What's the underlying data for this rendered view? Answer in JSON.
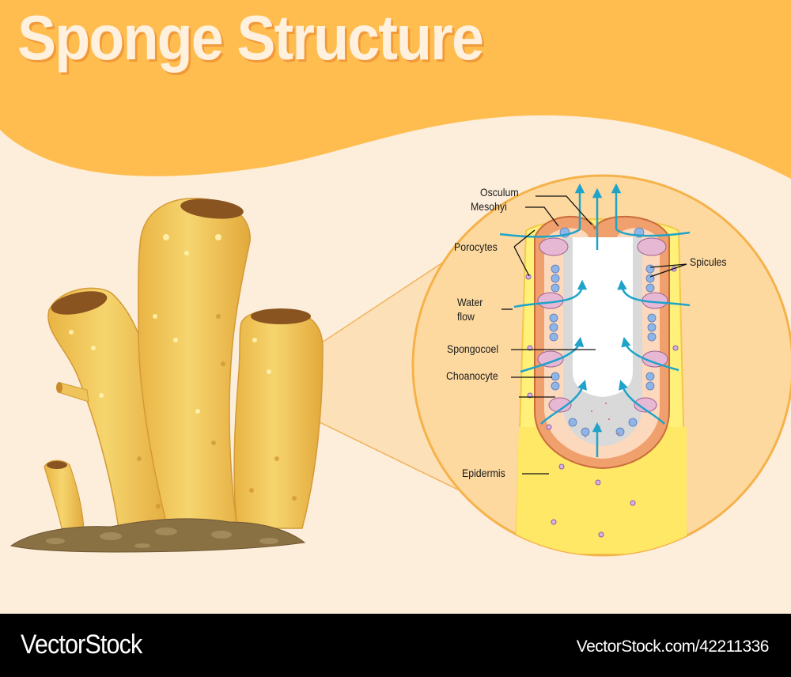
{
  "title": "Sponge Structure",
  "labels": {
    "osculum": "Osculum",
    "mesohyi": "Mesohyi",
    "porocytes": "Porocytes",
    "water_flow_line1": "Water",
    "water_flow_line2": "flow",
    "spongocoel": "Spongocoel",
    "choanocyte": "Choanocyte",
    "epidermis": "Epidermis",
    "spicules": "Spicules"
  },
  "footer": {
    "brand": "VectorStock",
    "reference": "VectorStock.com/42211336"
  },
  "colors": {
    "header_orange": "#ffbd4f",
    "background_cream": "#fdeedb",
    "title_text": "#fff1de",
    "title_shadow": "#f29a3a",
    "sponge_yellow": "#f2c95a",
    "water_arrow_blue": "#1fa3c9",
    "footer_black": "#000000"
  }
}
